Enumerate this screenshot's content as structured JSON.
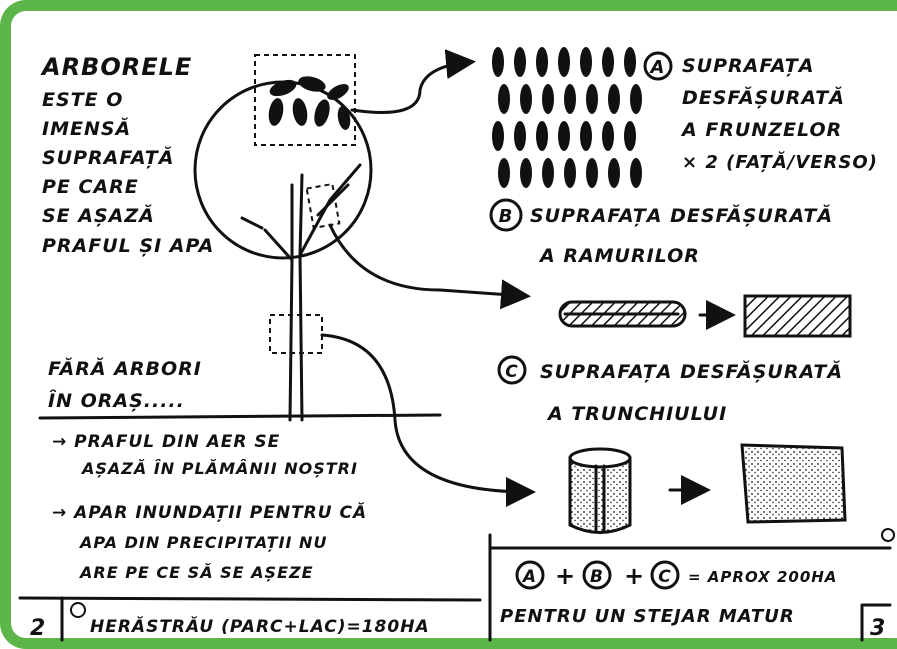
{
  "intro": {
    "title": "ARBORELE",
    "lines": [
      "ESTE O",
      "IMENSĂ",
      "SUPRAFAȚĂ",
      "PE CARE",
      "SE AȘAZĂ",
      "PRAFUL ȘI APA"
    ]
  },
  "section_a": {
    "badge": "A",
    "lines": [
      "SUPRAFAȚA",
      "DESFĂȘURATĂ",
      "A FRUNZELOR",
      "× 2 (FAȚĂ/VERSO)"
    ]
  },
  "section_b": {
    "badge": "B",
    "lines": [
      "SUPRAFAȚA DESFĂȘURATĂ",
      "A RAMURILOR"
    ]
  },
  "section_c": {
    "badge": "C",
    "lines": [
      "SUPRAFAȚA DESFĂȘURATĂ",
      "A TRUNCHIULUI"
    ]
  },
  "no_trees": {
    "lines": [
      "FĂRĂ ARBORI",
      "ÎN ORAȘ....."
    ]
  },
  "consequences": [
    {
      "lines": [
        "→ PRAFUL DIN AER SE",
        "AȘAZĂ ÎN PLĂMÂNII NOȘTRI"
      ]
    },
    {
      "lines": [
        "→ APAR INUNDAȚII PENTRU CĂ",
        "APA DIN PRECIPITAȚII NU",
        "ARE PE CE SĂ SE AȘEZE"
      ]
    }
  ],
  "footnote": {
    "page": "2",
    "text": "HERĂSTRĂU (PARC+LAC)=180HA"
  },
  "summary": {
    "equation_a": "A",
    "equation_b": "B",
    "equation_c": "C",
    "equation_plus": "+",
    "equation_result": "= APROX 200HA",
    "text": "PENTRU UN STEJAR MATUR",
    "page": "3"
  },
  "colors": {
    "frame": "#5cb548",
    "ink": "#111111",
    "paper": "#ffffff"
  }
}
